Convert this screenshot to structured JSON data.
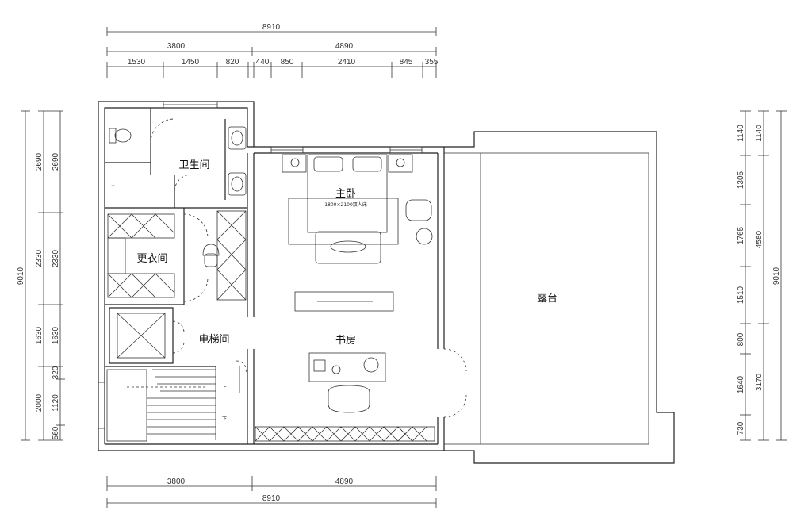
{
  "rooms": {
    "bathroom": "卫生间",
    "master_bedroom": "主卧",
    "bed_label": "1800×2100双人床",
    "wardrobe": "更衣间",
    "elevator": "电梯间",
    "study": "书房",
    "terrace": "露台",
    "stair_up": "上",
    "stair_down": "下"
  },
  "dims_top": {
    "total": "8910",
    "left": "3800",
    "right": "4890",
    "segments": [
      "1530",
      "1450",
      "820",
      "440",
      "850",
      "2410",
      "845",
      "355"
    ]
  },
  "dims_bottom": {
    "left": "3800",
    "right": "4890",
    "total": "8910"
  },
  "dims_left": {
    "outer": [
      "2690",
      "2330",
      "1630",
      "320",
      "1120",
      "560"
    ],
    "outer_combined": "2000",
    "inner": [
      "2690",
      "2330",
      "1630",
      "320",
      "1120",
      "560"
    ],
    "total": "9010"
  },
  "dims_right": {
    "inner": [
      "1140",
      "1305",
      "1765",
      "1510",
      "800",
      "1640",
      "730"
    ],
    "mid": [
      "1140",
      "4580",
      "3170"
    ],
    "total": "9010"
  }
}
